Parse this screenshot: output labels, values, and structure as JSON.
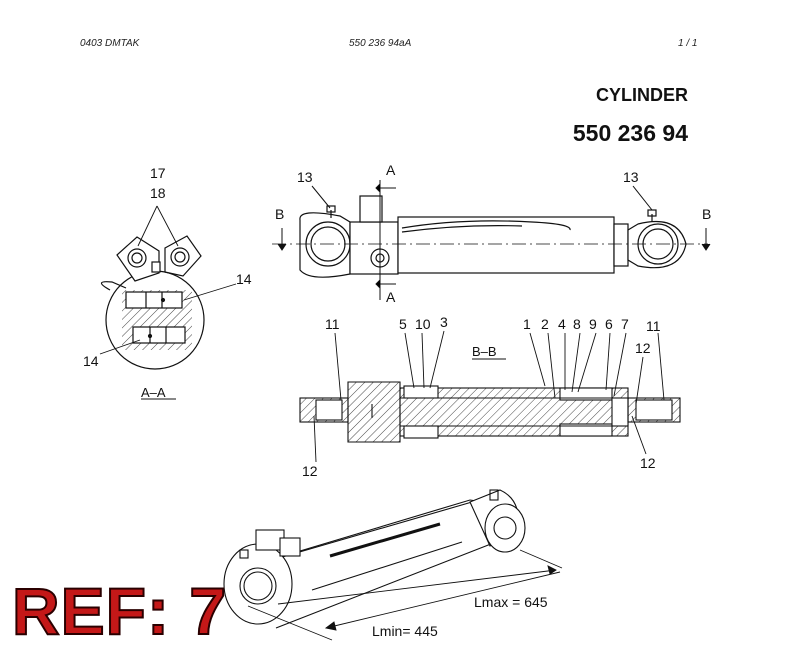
{
  "header": {
    "left": "0403 DMTAK",
    "center": "550 236 94aA",
    "right": "1 /   1"
  },
  "title": {
    "name": "CYLINDER",
    "number": "550 236 94"
  },
  "views": {
    "section_aa": "A–A",
    "section_bb": "B–B",
    "section_mark_a": "A",
    "section_mark_b": "B"
  },
  "callouts": {
    "c1": "1",
    "c2": "2",
    "c3": "3",
    "c4": "4",
    "c5": "5",
    "c6": "6",
    "c7": "7",
    "c8": "8",
    "c9": "9",
    "c10": "10",
    "c11": "11",
    "c12": "12",
    "c13": "13",
    "c14": "14",
    "c17": "17",
    "c18": "18"
  },
  "dimensions": {
    "lmax": "Lmax = 645",
    "lmin": "Lmin=  445"
  },
  "ref_label": "REF: 7",
  "colors": {
    "ref": "#c41818",
    "line": "#111111"
  }
}
